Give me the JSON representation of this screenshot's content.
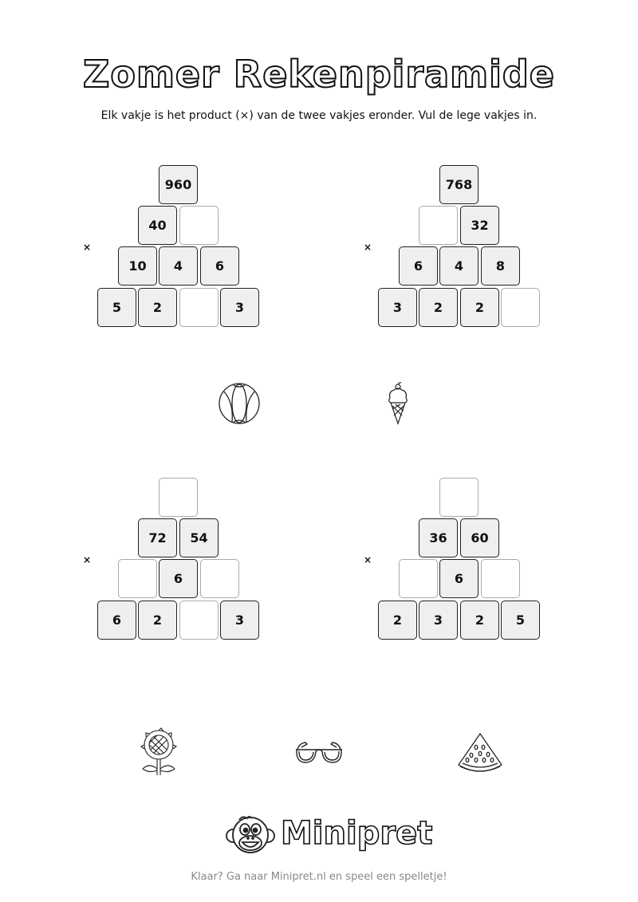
{
  "header": {
    "title": "Zomer Rekenpiramide",
    "instruction": "Elk vakje is het product (×) van de twee vakjes eronder. Vul de lege vakjes in."
  },
  "operator_symbol": "×",
  "pyramids": [
    {
      "rows": [
        [
          "960"
        ],
        [
          "40",
          ""
        ],
        [
          "10",
          "4",
          "6"
        ],
        [
          "5",
          "2",
          "",
          "3"
        ]
      ]
    },
    {
      "rows": [
        [
          "768"
        ],
        [
          "",
          "32"
        ],
        [
          "6",
          "4",
          "8"
        ],
        [
          "3",
          "2",
          "2",
          ""
        ]
      ]
    },
    {
      "rows": [
        [
          ""
        ],
        [
          "72",
          "54"
        ],
        [
          "",
          "6",
          ""
        ],
        [
          "6",
          "2",
          "",
          "3"
        ]
      ]
    },
    {
      "rows": [
        [
          ""
        ],
        [
          "36",
          "60"
        ],
        [
          "",
          "6",
          ""
        ],
        [
          "2",
          "3",
          "2",
          "5"
        ]
      ]
    }
  ],
  "illustrations": [
    "beach-ball",
    "ice-cream-cone",
    "sunflower",
    "sunglasses",
    "watermelon-slice"
  ],
  "logo": {
    "text": "Minipret"
  },
  "footer": {
    "text": "Klaar? Ga naar Minipret.nl en speel een spelletje!"
  }
}
